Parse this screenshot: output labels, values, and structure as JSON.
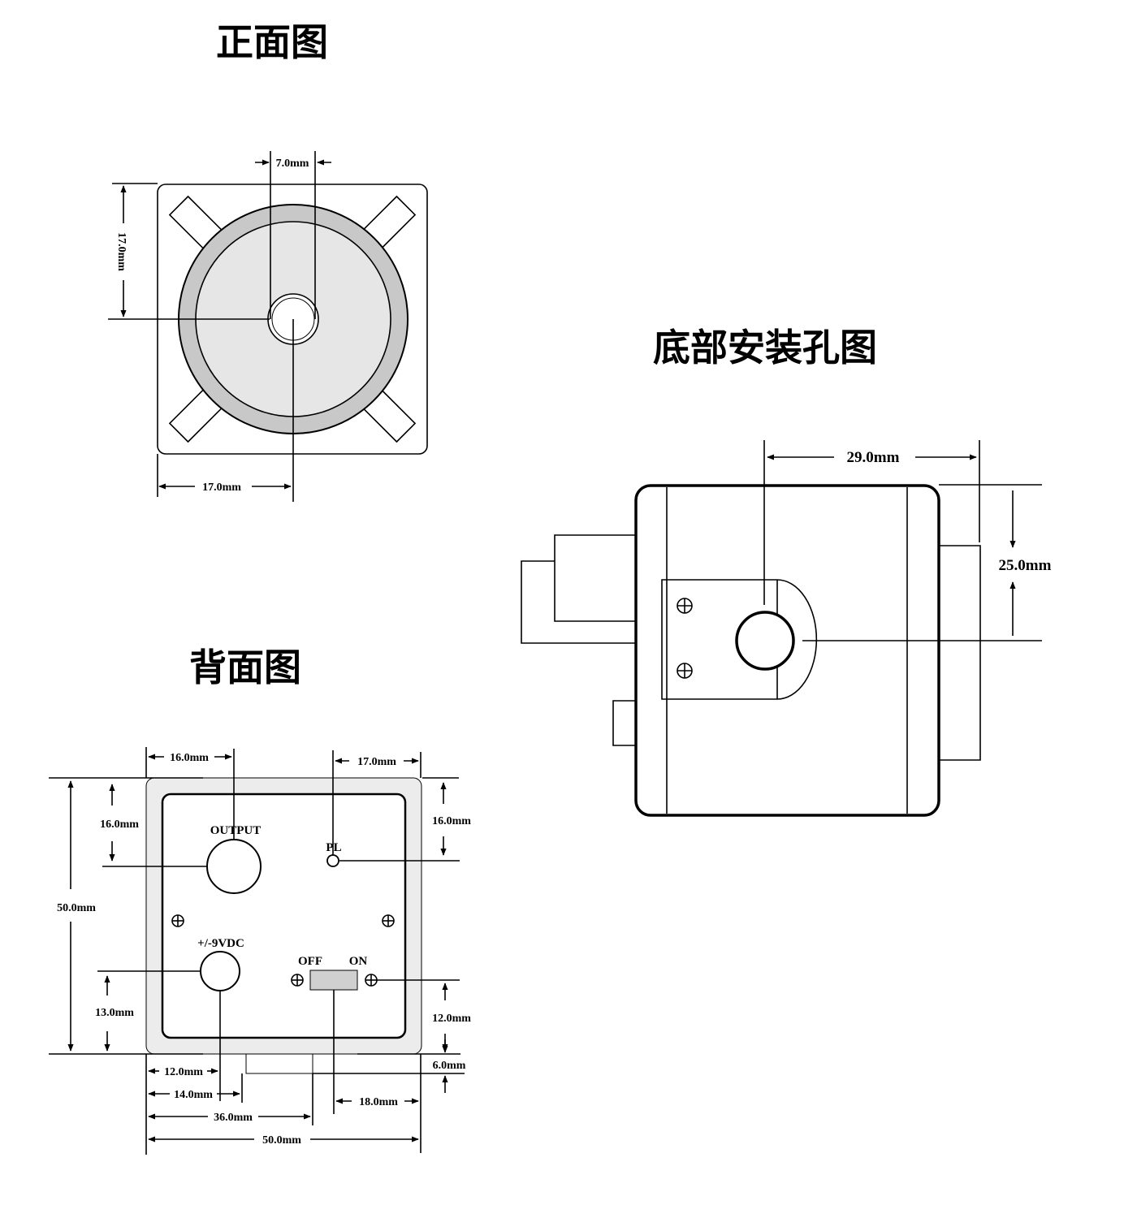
{
  "views": {
    "front": {
      "title": "正面图",
      "dim_top": "7.0mm",
      "dim_left": "17.0mm",
      "dim_bottom": "17.0mm"
    },
    "bottom": {
      "title": "底部安装孔图",
      "dim_top": "29.0mm",
      "dim_right": "25.0mm"
    },
    "back": {
      "title": "背面图",
      "dim_top_left": "16.0mm",
      "dim_top_right": "17.0mm",
      "dim_left_upper": "16.0mm",
      "dim_right_upper": "16.0mm",
      "dim_left_total": "50.0mm",
      "dim_left_lower": "13.0mm",
      "dim_right_lower": "12.0mm",
      "dim_right_bottom": "6.0mm",
      "dim_bottom_1": "12.0mm",
      "dim_bottom_2": "14.0mm",
      "dim_bottom_3": "36.0mm",
      "dim_bottom_4": "50.0mm",
      "dim_bottom_right": "18.0mm",
      "label_output": "OUTPUT",
      "label_pl": "PL",
      "label_power": "+/-9VDC",
      "label_off": "OFF",
      "label_on": "ON"
    }
  },
  "colors": {
    "line": "#000000",
    "ring": "#c8c8c8",
    "lens_face": "#e6e6e6",
    "plate": "#ececec",
    "switch": "#d0d0d0"
  }
}
